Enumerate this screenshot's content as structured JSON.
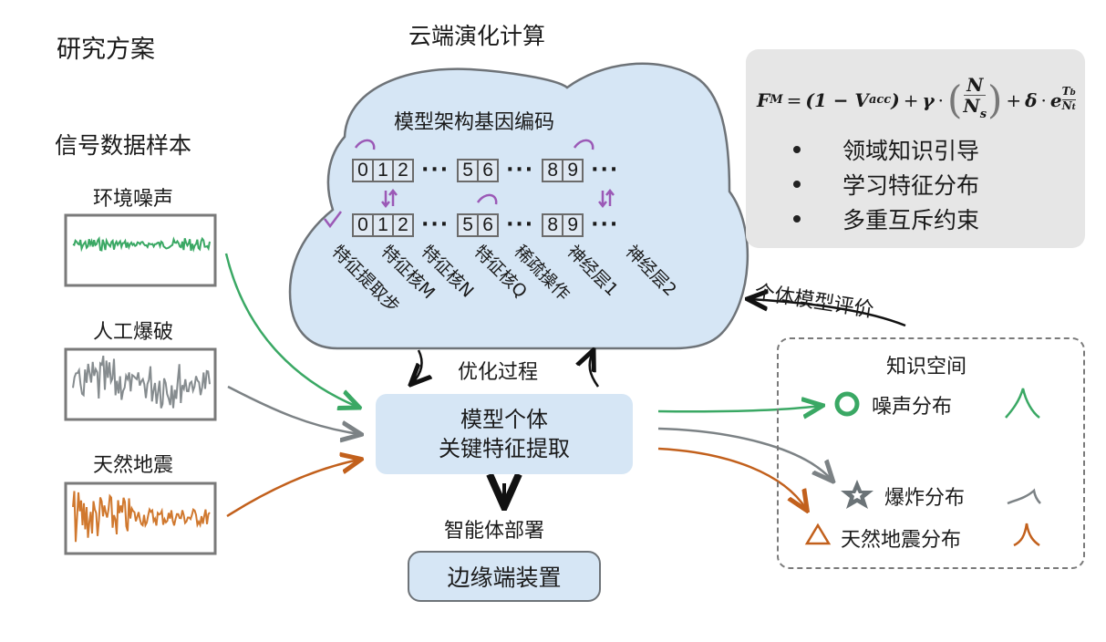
{
  "title": "研究方案",
  "colors": {
    "noise": "#3aa864",
    "blast": "#7c8285",
    "quake": "#c2601c",
    "gene_mark": "#9b59b6",
    "cloud_fill": "#d6e6f5",
    "panel_gray": "#e6e6e6"
  },
  "signals": {
    "heading": "信号数据样本",
    "items": [
      {
        "label": "环境噪声",
        "type": "noise"
      },
      {
        "label": "人工爆破",
        "type": "blast"
      },
      {
        "label": "天然地震",
        "type": "quake"
      }
    ]
  },
  "cloud": {
    "heading": "云端演化计算",
    "gene_title": "模型架构基因编码",
    "gene_rows": [
      {
        "groups": [
          [
            "0",
            "1",
            "2"
          ],
          [
            "5",
            "6"
          ],
          [
            "8",
            "9"
          ]
        ],
        "ellipsis": "···"
      },
      {
        "groups": [
          [
            "0",
            "1",
            "2"
          ],
          [
            "5",
            "6"
          ],
          [
            "8",
            "9"
          ]
        ],
        "ellipsis": "···",
        "check": "✓"
      }
    ],
    "gene_labels": [
      "特征提取步",
      "特征核M",
      "特征核N",
      "特征核Q",
      "稀疏操作",
      "神经层1",
      "神经层2"
    ]
  },
  "formula": {
    "lhs": "F",
    "lhs_sub": "M",
    "term1_open": "(1 − V",
    "term1_sub": "acc",
    "term1_close": ")",
    "plus1": "+",
    "gamma": "γ",
    "dot": "·",
    "frac_num": "N",
    "frac_den": "N",
    "frac_den_sub": "s",
    "plus2": "+",
    "delta": "δ",
    "base": "e",
    "exp_num": "T",
    "exp_num_sub": "b",
    "exp_den": "N",
    "exp_den_sub": "t",
    "equals": "="
  },
  "principles": [
    "领域知识引导",
    "学习特征分布",
    "多重互斥约束"
  ],
  "process": {
    "optimize_label": "优化过程",
    "feature_box_line1": "模型个体",
    "feature_box_line2": "关键特征提取",
    "deploy_label": "智能体部署",
    "edge_device": "边缘端装置",
    "evaluation_label": "个体模型评价"
  },
  "knowledge_space": {
    "title": "知识空间",
    "items": [
      {
        "label": "噪声分布",
        "marker": "circle-icon",
        "type": "noise"
      },
      {
        "label": "爆炸分布",
        "marker": "star-icon",
        "type": "blast"
      },
      {
        "label": "天然地震分布",
        "marker": "triangle-icon",
        "type": "quake"
      }
    ]
  }
}
